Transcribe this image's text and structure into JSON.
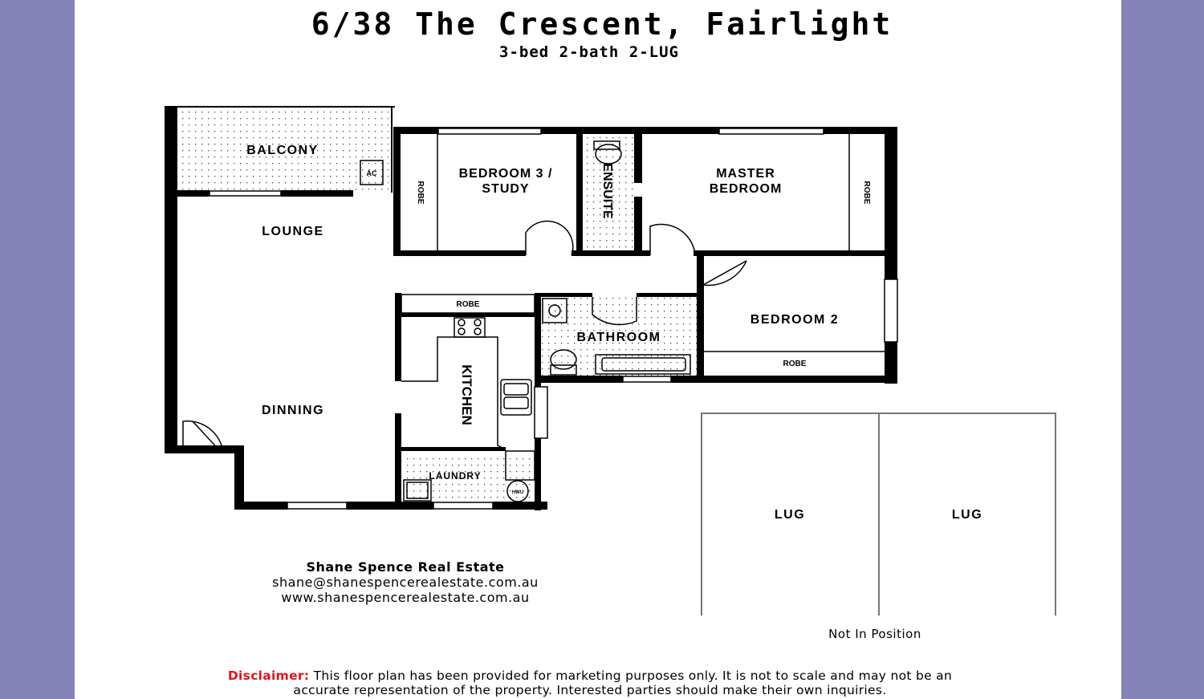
{
  "header": {
    "title": "6/38 The Crescent, Fairlight",
    "subtitle": "3-bed 2-bath 2-LUG"
  },
  "rooms": {
    "balcony": "BALCONY",
    "ac": "AC",
    "lounge": "LOUNGE",
    "bedroom3_line1": "BEDROOM 3 /",
    "bedroom3_line2": "STUDY",
    "ensuite": "ENSUITE",
    "master_line1": "MASTER",
    "master_line2": "BEDROOM",
    "robe": "ROBE",
    "bathroom": "BATHROOM",
    "bedroom2": "BEDROOM 2",
    "kitchen": "KITCHEN",
    "dinning": "DINNING",
    "laundry": "LAUNDRY",
    "hwu": "HWU",
    "lug": "LUG"
  },
  "agent": {
    "name": "Shane Spence Real Estate",
    "email": "shane@shanespencerealestate.com.au",
    "website": "www.shanespencerealestate.com.au"
  },
  "garage_note": "Not In Position",
  "disclaimer": {
    "label": "Disclaimer:",
    "line1": " This floor plan has been provided for marketing purposes only.  It is not to scale and may not be an",
    "line2": "accurate representation of the property.  Interested parties should make their own inquiries."
  },
  "colors": {
    "background": "#8383b8",
    "sheet": "#ffffff",
    "wall": "#000000",
    "disclaimer_label": "#e0141e"
  }
}
